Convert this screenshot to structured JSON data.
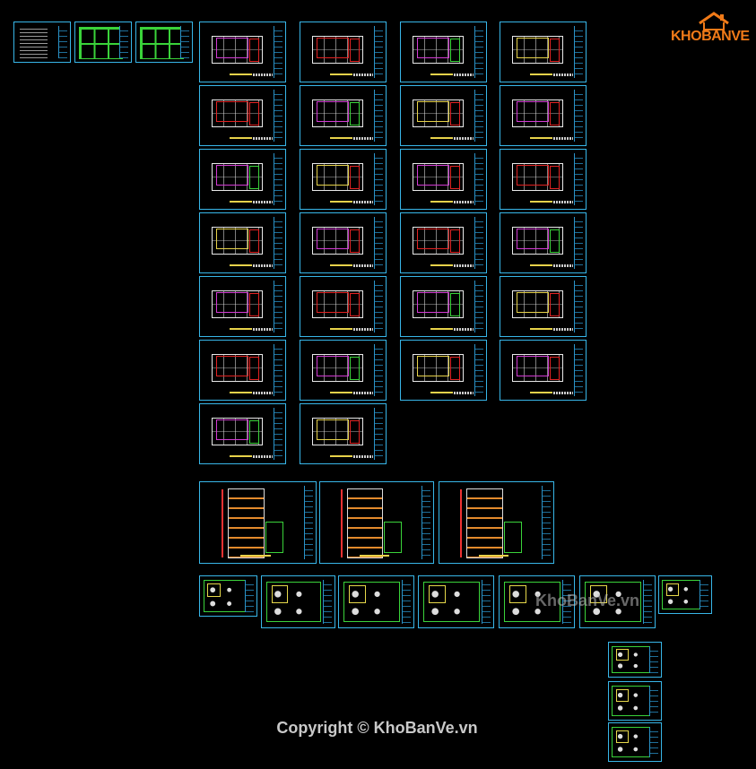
{
  "logo": {
    "brand_prefix": "KHO",
    "brand_suffix": "BANVE",
    "icon": "house-icon"
  },
  "watermark": {
    "text": "KhoBanVe.vn"
  },
  "copyright": {
    "text": "Copyright © KhoBanVe.vn"
  },
  "colors": {
    "background": "#000000",
    "sheet_border": "#38b6e8",
    "magenta": "#d33cd3",
    "red": "#e22222",
    "green": "#3ad33a",
    "yellow": "#e7d24a",
    "orange": "#e28a2c",
    "logo_orange": "#f07a18"
  },
  "drawing_groups": [
    {
      "group": "index-sheets",
      "count": 3
    },
    {
      "group": "floor-plan-column-1",
      "count": 7
    },
    {
      "group": "floor-plan-column-2",
      "count": 7
    },
    {
      "group": "floor-plan-column-3",
      "count": 6
    },
    {
      "group": "floor-plan-column-4",
      "count": 6
    },
    {
      "group": "elevation-sheets",
      "count": 3
    },
    {
      "group": "detail-sheets",
      "count": 7
    },
    {
      "group": "detail-stack",
      "count": 3
    }
  ]
}
